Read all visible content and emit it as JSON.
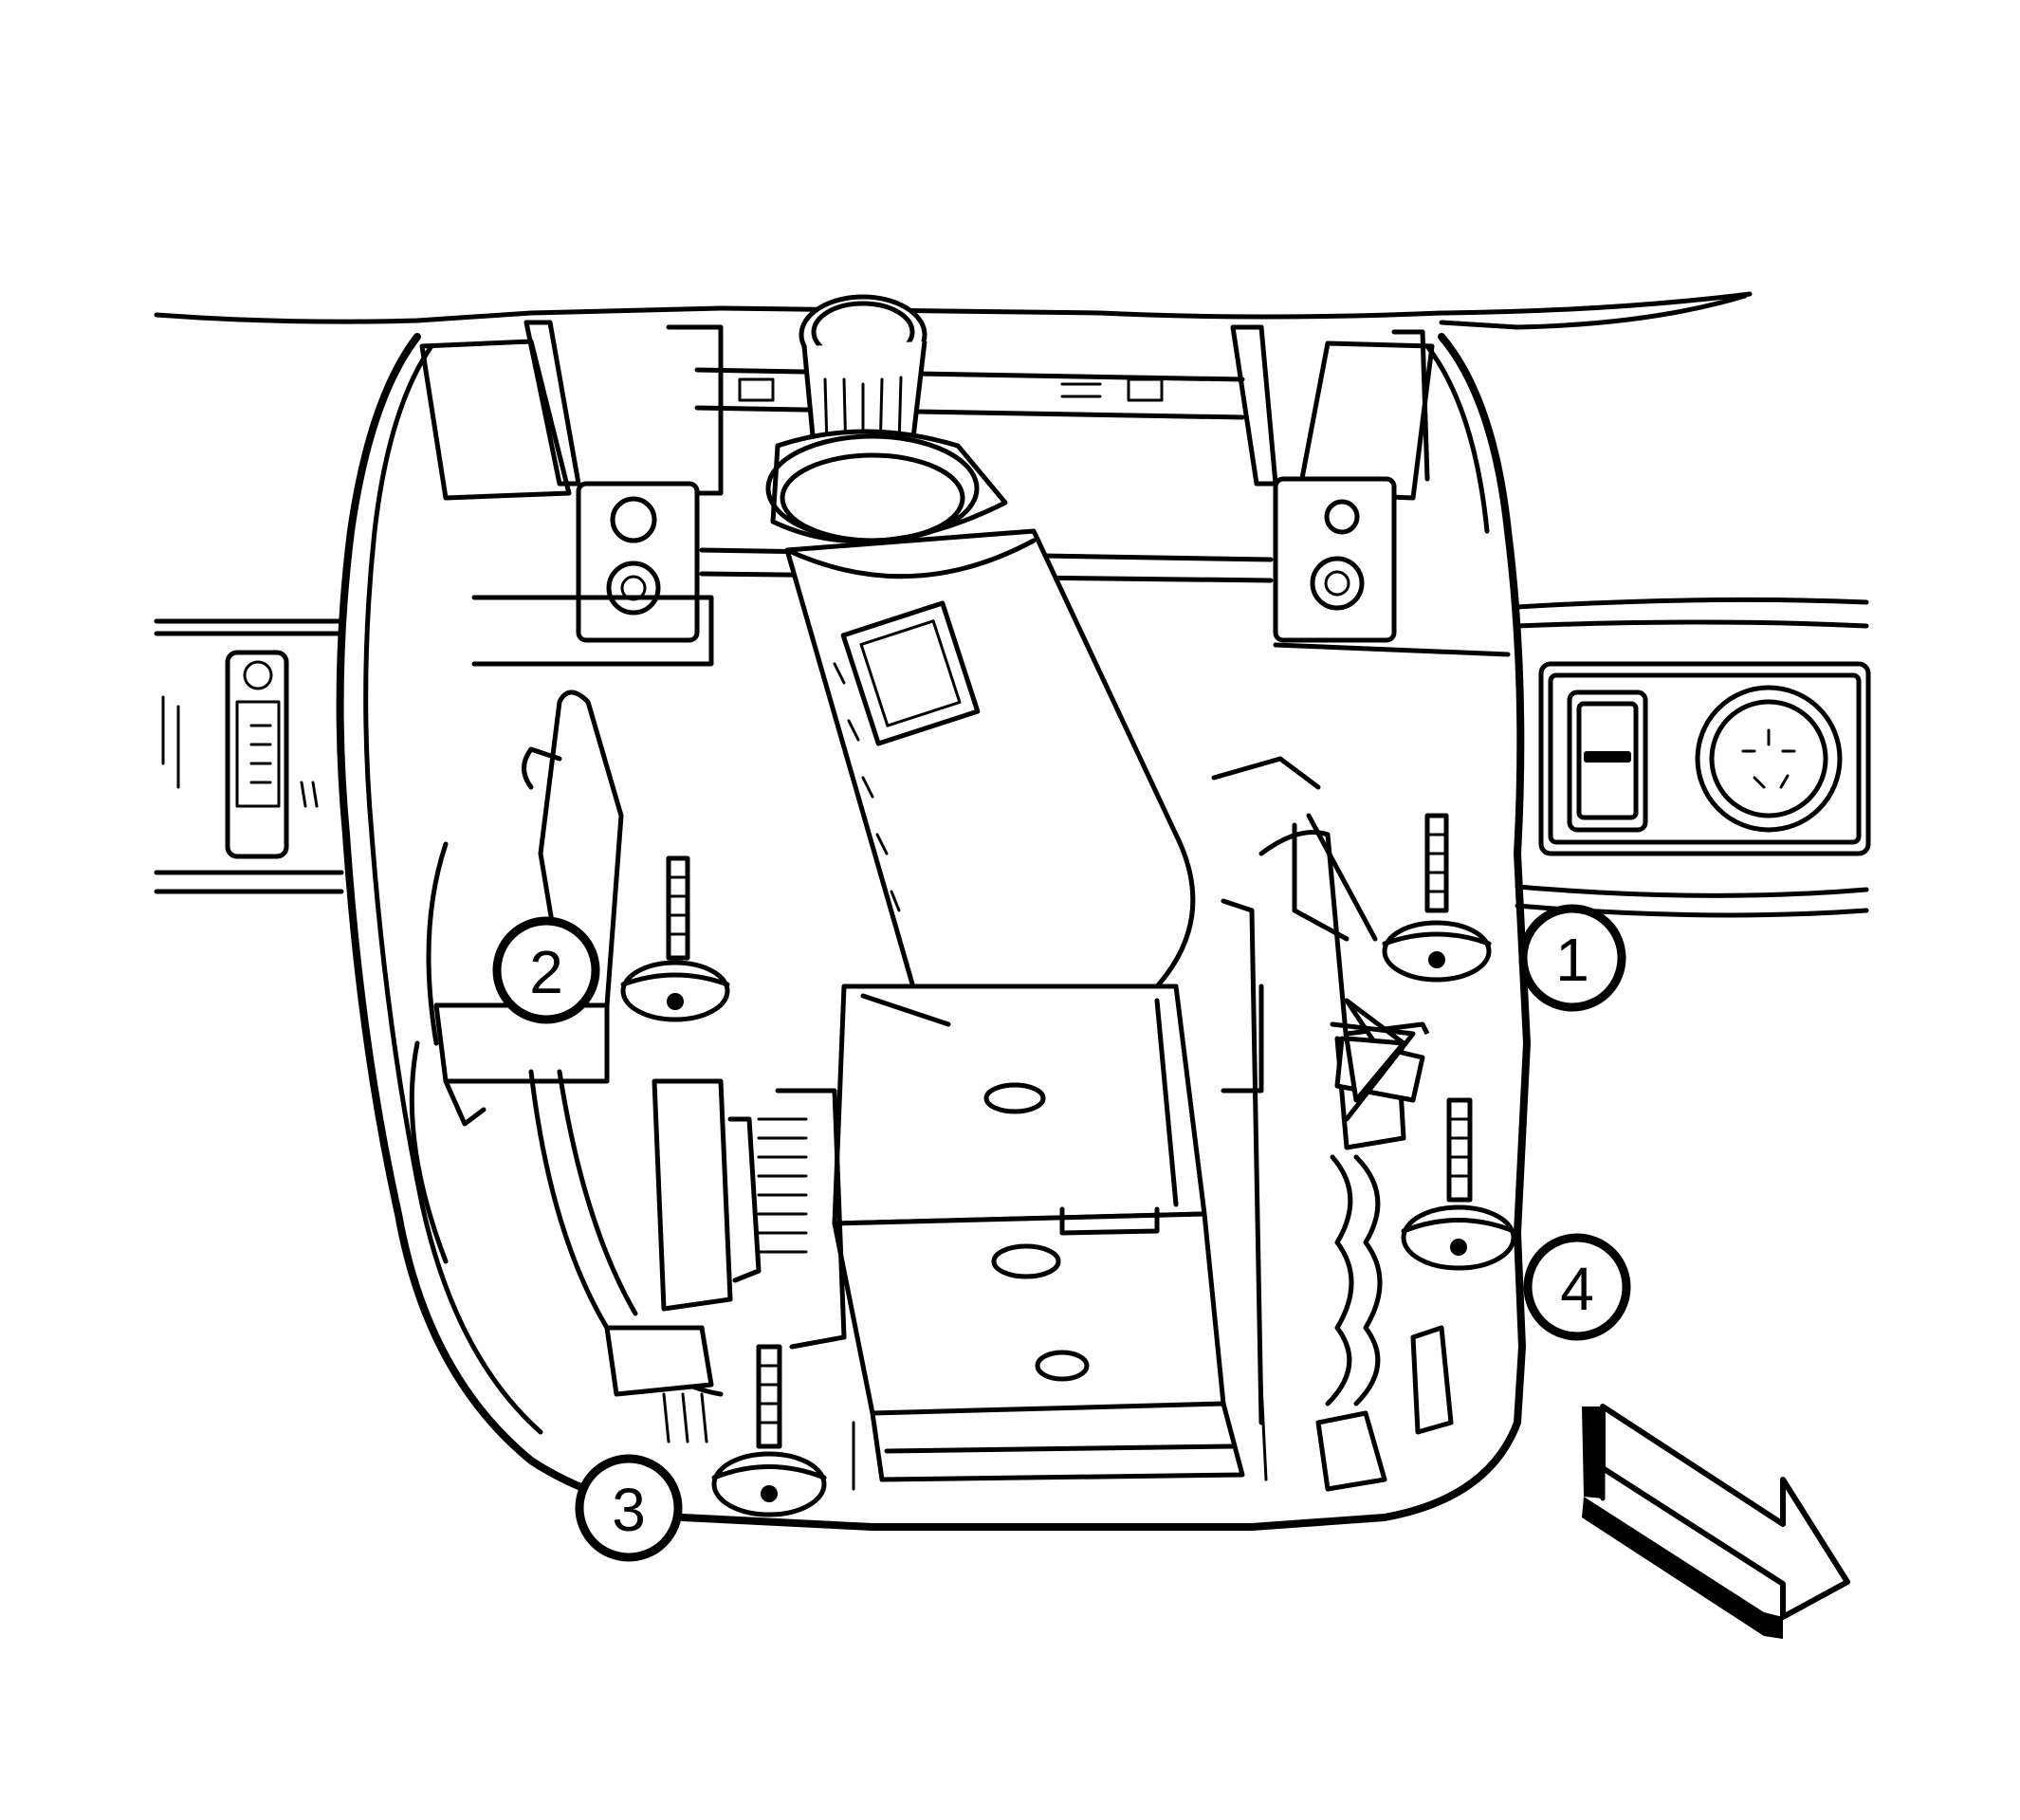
{
  "callouts": [
    {
      "id": "1",
      "label": "1"
    },
    {
      "id": "2",
      "label": "2"
    },
    {
      "id": "3",
      "label": "3"
    },
    {
      "id": "4",
      "label": "4"
    }
  ],
  "colors": {
    "line": "#000000",
    "background": "#ffffff"
  },
  "icons": [
    "direction-arrow-icon",
    "torx-bolt-icon"
  ]
}
